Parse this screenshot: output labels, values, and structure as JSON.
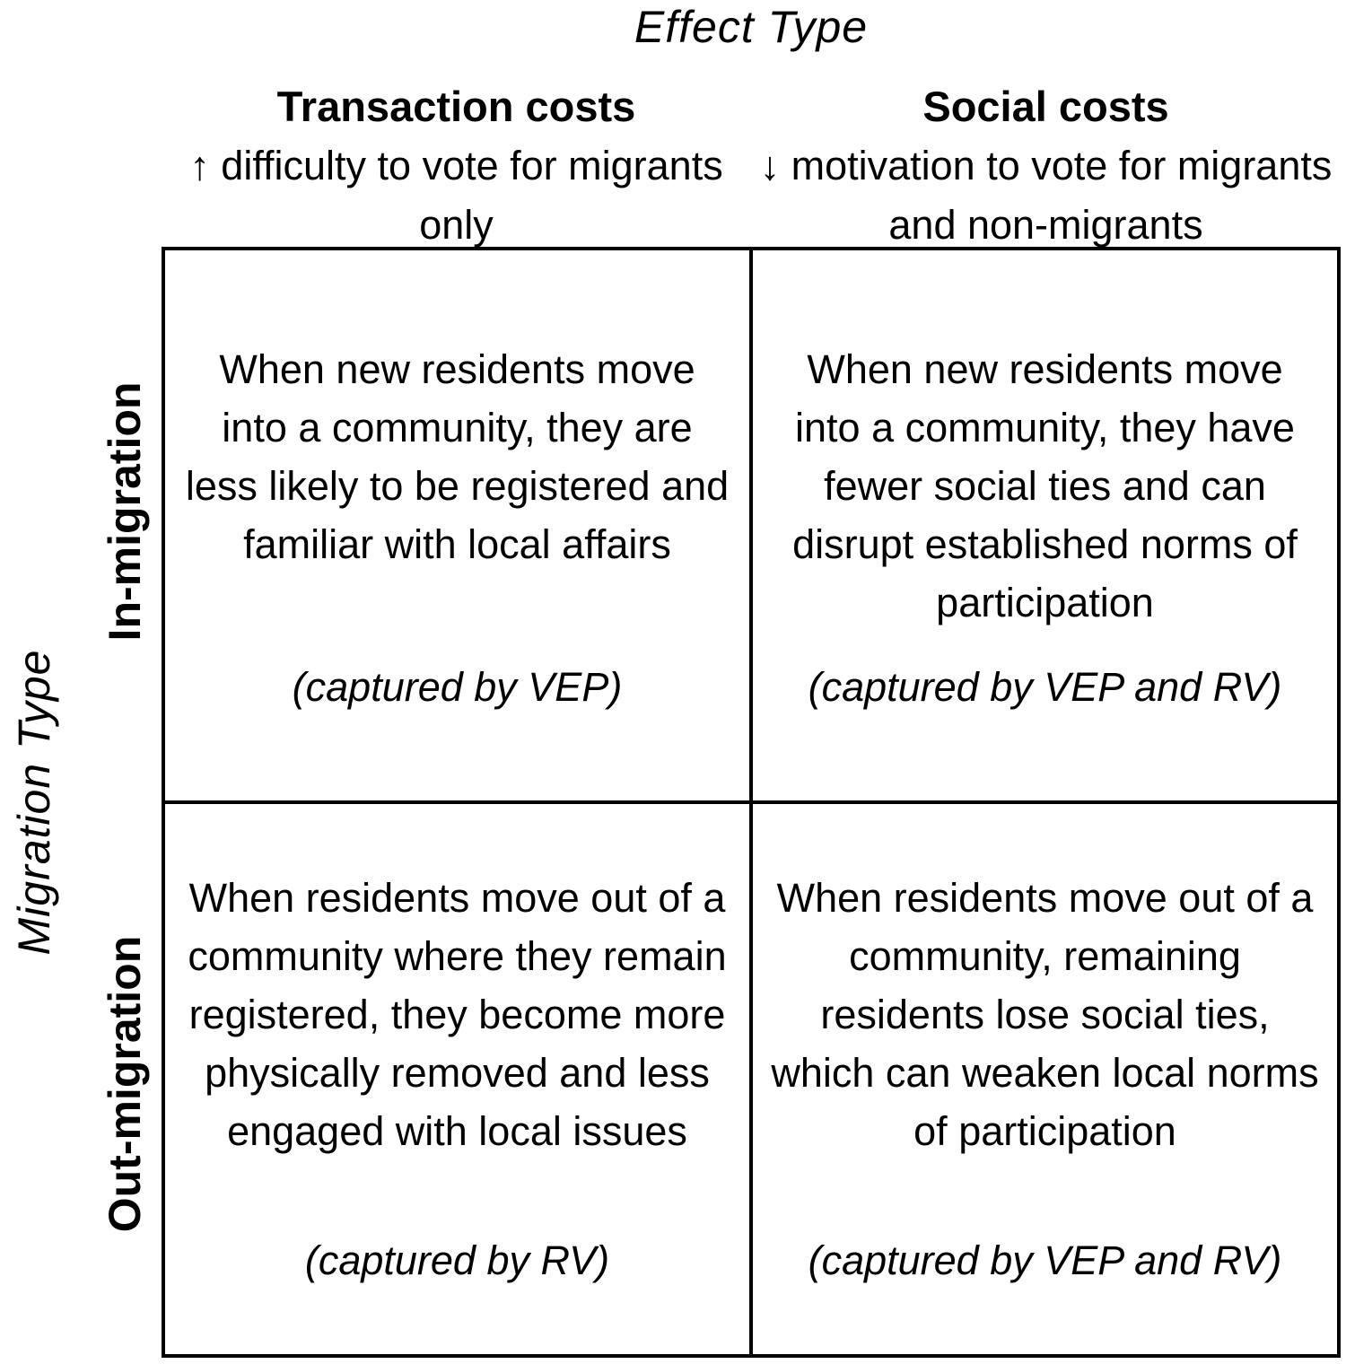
{
  "figure": {
    "effect_axis_title": "Effect Type",
    "migration_axis_title": "Migration Type",
    "columns": [
      {
        "title": "Transaction costs",
        "subtitle": "↑ difficulty to vote for migrants only"
      },
      {
        "title": "Social costs",
        "subtitle": "↓ motivation to vote for migrants and non-migrants"
      }
    ],
    "rows": [
      {
        "label": "In-migration"
      },
      {
        "label": "Out-migration"
      }
    ],
    "cells": [
      {
        "row": "In-migration",
        "column": "Transaction costs",
        "text": "When new residents move into a community, they are less likely to be registered and familiar with local affairs",
        "caption": "(captured by VEP)"
      },
      {
        "row": "In-migration",
        "column": "Social costs",
        "text": "When new residents move into a community, they have fewer social ties and can disrupt established norms of participation",
        "caption": "(captured by VEP and RV)"
      },
      {
        "row": "Out-migration",
        "column": "Transaction costs",
        "text": "When residents move out of a community where they remain registered, they become more physically removed and less engaged with local issues",
        "caption": "(captured by RV)"
      },
      {
        "row": "Out-migration",
        "column": "Social costs",
        "text": "When residents move out of a community, remaining residents lose social ties, which can weaken local norms of participation",
        "caption": "(captured by VEP and RV)"
      }
    ]
  }
}
